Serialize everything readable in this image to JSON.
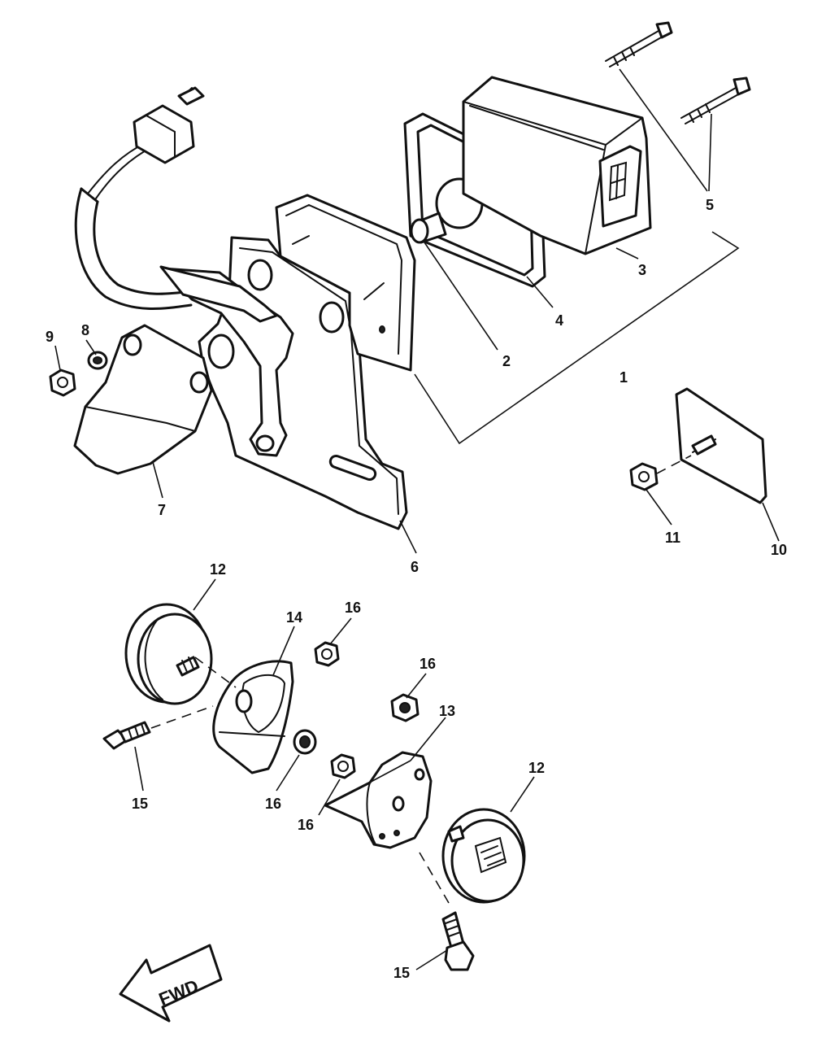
{
  "callouts": {
    "c1": "1",
    "c2": "2",
    "c3": "3",
    "c4": "4",
    "c5": "5",
    "c6": "6",
    "c7": "7",
    "c8": "8",
    "c9": "9",
    "c10": "10",
    "c11": "11",
    "c12a": "12",
    "c12b": "12",
    "c13": "13",
    "c14": "14",
    "c15a": "15",
    "c15b": "15",
    "c16a": "16",
    "c16b": "16",
    "c16c": "16",
    "c16d": "16"
  },
  "direction_arrow": {
    "label": "FWD"
  }
}
